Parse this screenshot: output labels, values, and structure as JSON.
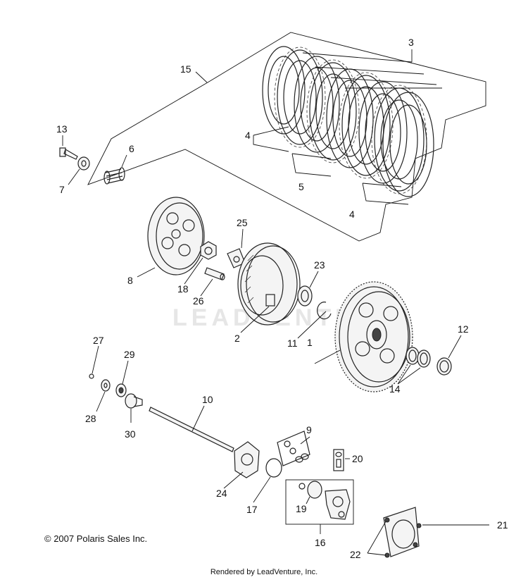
{
  "watermark": "LEADVENTURE",
  "copyright": "© 2007 Polaris Sales Inc.",
  "rendered_by": "Rendered by LeadVenture, Inc.",
  "callouts": {
    "c1": "1",
    "c2": "2",
    "c3": "3",
    "c4a": "4",
    "c4b": "4",
    "c5": "5",
    "c6": "6",
    "c7": "7",
    "c8": "8",
    "c9": "9",
    "c10": "10",
    "c11": "11",
    "c12": "12",
    "c13": "13",
    "c14": "14",
    "c15": "15",
    "c16": "16",
    "c17": "17",
    "c18": "18",
    "c19": "19",
    "c20": "20",
    "c21": "21",
    "c22": "22",
    "c23": "23",
    "c24": "24",
    "c25": "25",
    "c26": "26",
    "c27": "27",
    "c28": "28",
    "c29": "29",
    "c30": "30"
  }
}
